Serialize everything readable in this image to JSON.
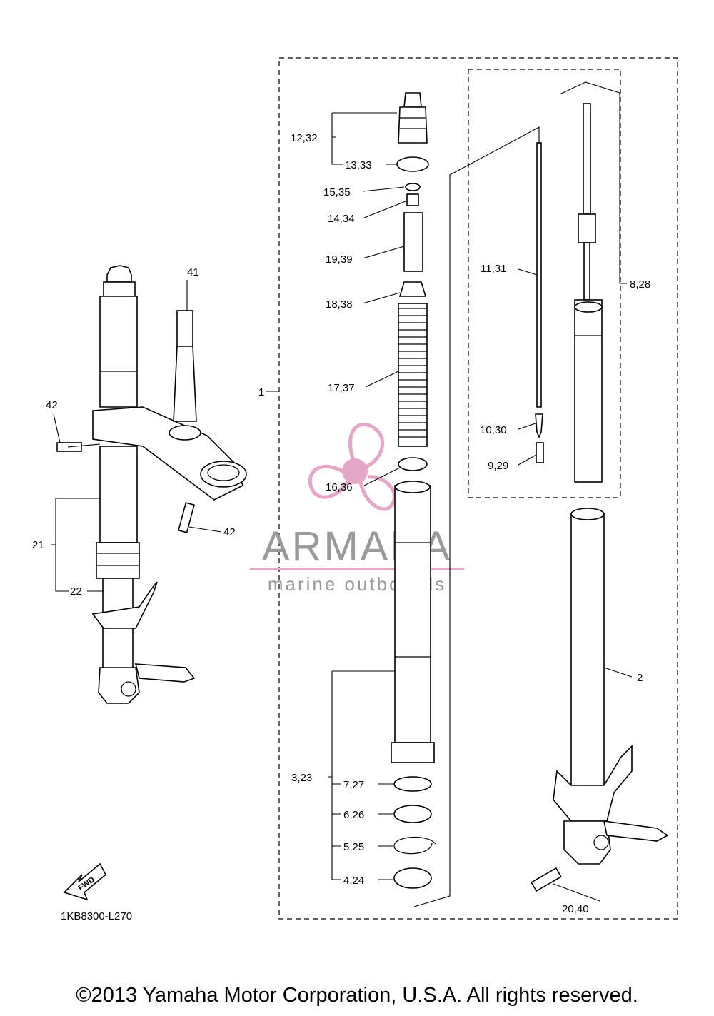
{
  "diagram": {
    "code": "1KB8300-L270",
    "fwd_label": "FWD",
    "labels": {
      "p1": "1",
      "p2": "2",
      "p3_23": "3,23",
      "p4_24": "4,24",
      "p5_25": "5,25",
      "p6_26": "6,26",
      "p7_27": "7,27",
      "p8_28": "8,28",
      "p9_29": "9,29",
      "p10_30": "10,30",
      "p11_31": "11,31",
      "p12_32": "12,32",
      "p13_33": "13,33",
      "p14_34": "14,34",
      "p15_35": "15,35",
      "p16_36": "16,36",
      "p17_37": "17,37",
      "p18_38": "18,38",
      "p19_39": "19,39",
      "p20_40": "20,40",
      "p21": "21",
      "p22": "22",
      "p41": "41",
      "p42a": "42",
      "p42b": "42"
    }
  },
  "watermark": {
    "brand": "ARMADA",
    "tagline": "marine outboards",
    "accent_color": "#e6a6c8"
  },
  "footer": {
    "copyright": "©2013 Yamaha Motor Corporation, U.S.A. All rights reserved."
  }
}
